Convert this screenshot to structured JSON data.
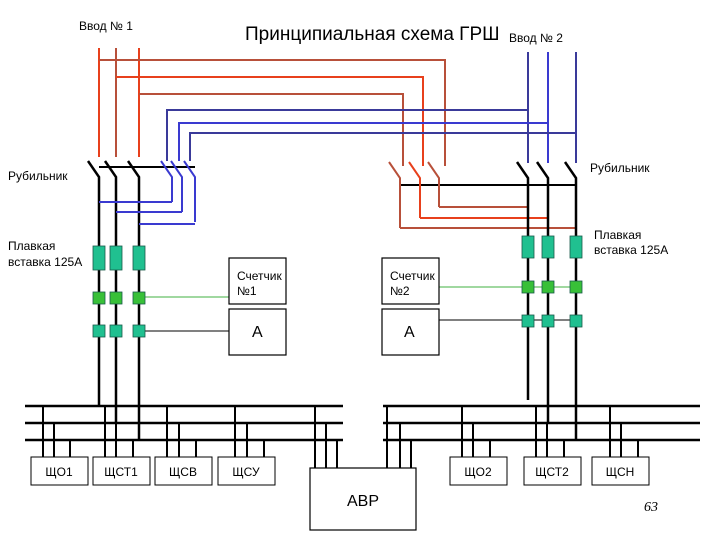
{
  "title": "Принципиальная схема ГРШ",
  "colors": {
    "input1_a": "#e8401c",
    "input1_b": "#b8503a",
    "input2_a": "#3a3a9a",
    "input2_b": "#3a3ad0",
    "bus": "#000000",
    "fuse": "#20c090",
    "meter_tap": "#38c038",
    "meter_line": "#40b040"
  },
  "labels": {
    "input1": "Ввод № 1",
    "input2": "Ввод № 2",
    "switch_left": "Рубильник",
    "switch_right": "Рубильник",
    "fuse_left_1": "Плавкая",
    "fuse_left_2": "вставка 125А",
    "fuse_right_1": "Плавкая",
    "fuse_right_2": "вставка 125А",
    "meter1_line1": "Счетчик",
    "meter1_line2": "№1",
    "meter2_line1": "Счетчик",
    "meter2_line2": "№2",
    "ammeter1": "А",
    "ammeter2": "А",
    "avr": "АВР",
    "page_number": "63"
  },
  "panels_left": [
    "ЩО1",
    "ЩСТ1",
    "ЩСВ",
    "ЩСУ"
  ],
  "panels_right": [
    "ЩО2",
    "ЩСТ2",
    "ЩСН"
  ]
}
